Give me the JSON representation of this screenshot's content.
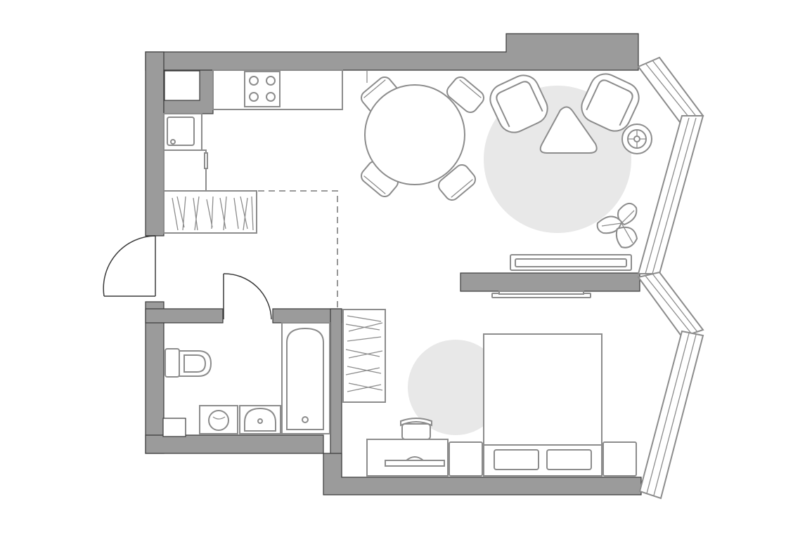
{
  "plan": {
    "type": "apartment-floor-plan",
    "rooms": [
      "kitchen-living",
      "hallway",
      "bathroom",
      "bedroom"
    ],
    "colors": {
      "wall_fill": "#9b9b9b",
      "wall_outline": "#3a3a3a",
      "furniture_line": "#8c8c8c",
      "zone_fill": "#e8e8e8",
      "background": "#ffffff"
    },
    "furniture": [
      "stove",
      "fridge",
      "wardrobe",
      "dining-table",
      "dining-chair",
      "armchair",
      "coffee-table",
      "side-table",
      "houseplant",
      "tv-stand",
      "tv",
      "toilet",
      "washing-machine",
      "sink",
      "bathtub",
      "double-bed",
      "nightstand",
      "desk",
      "desk-chair"
    ]
  }
}
